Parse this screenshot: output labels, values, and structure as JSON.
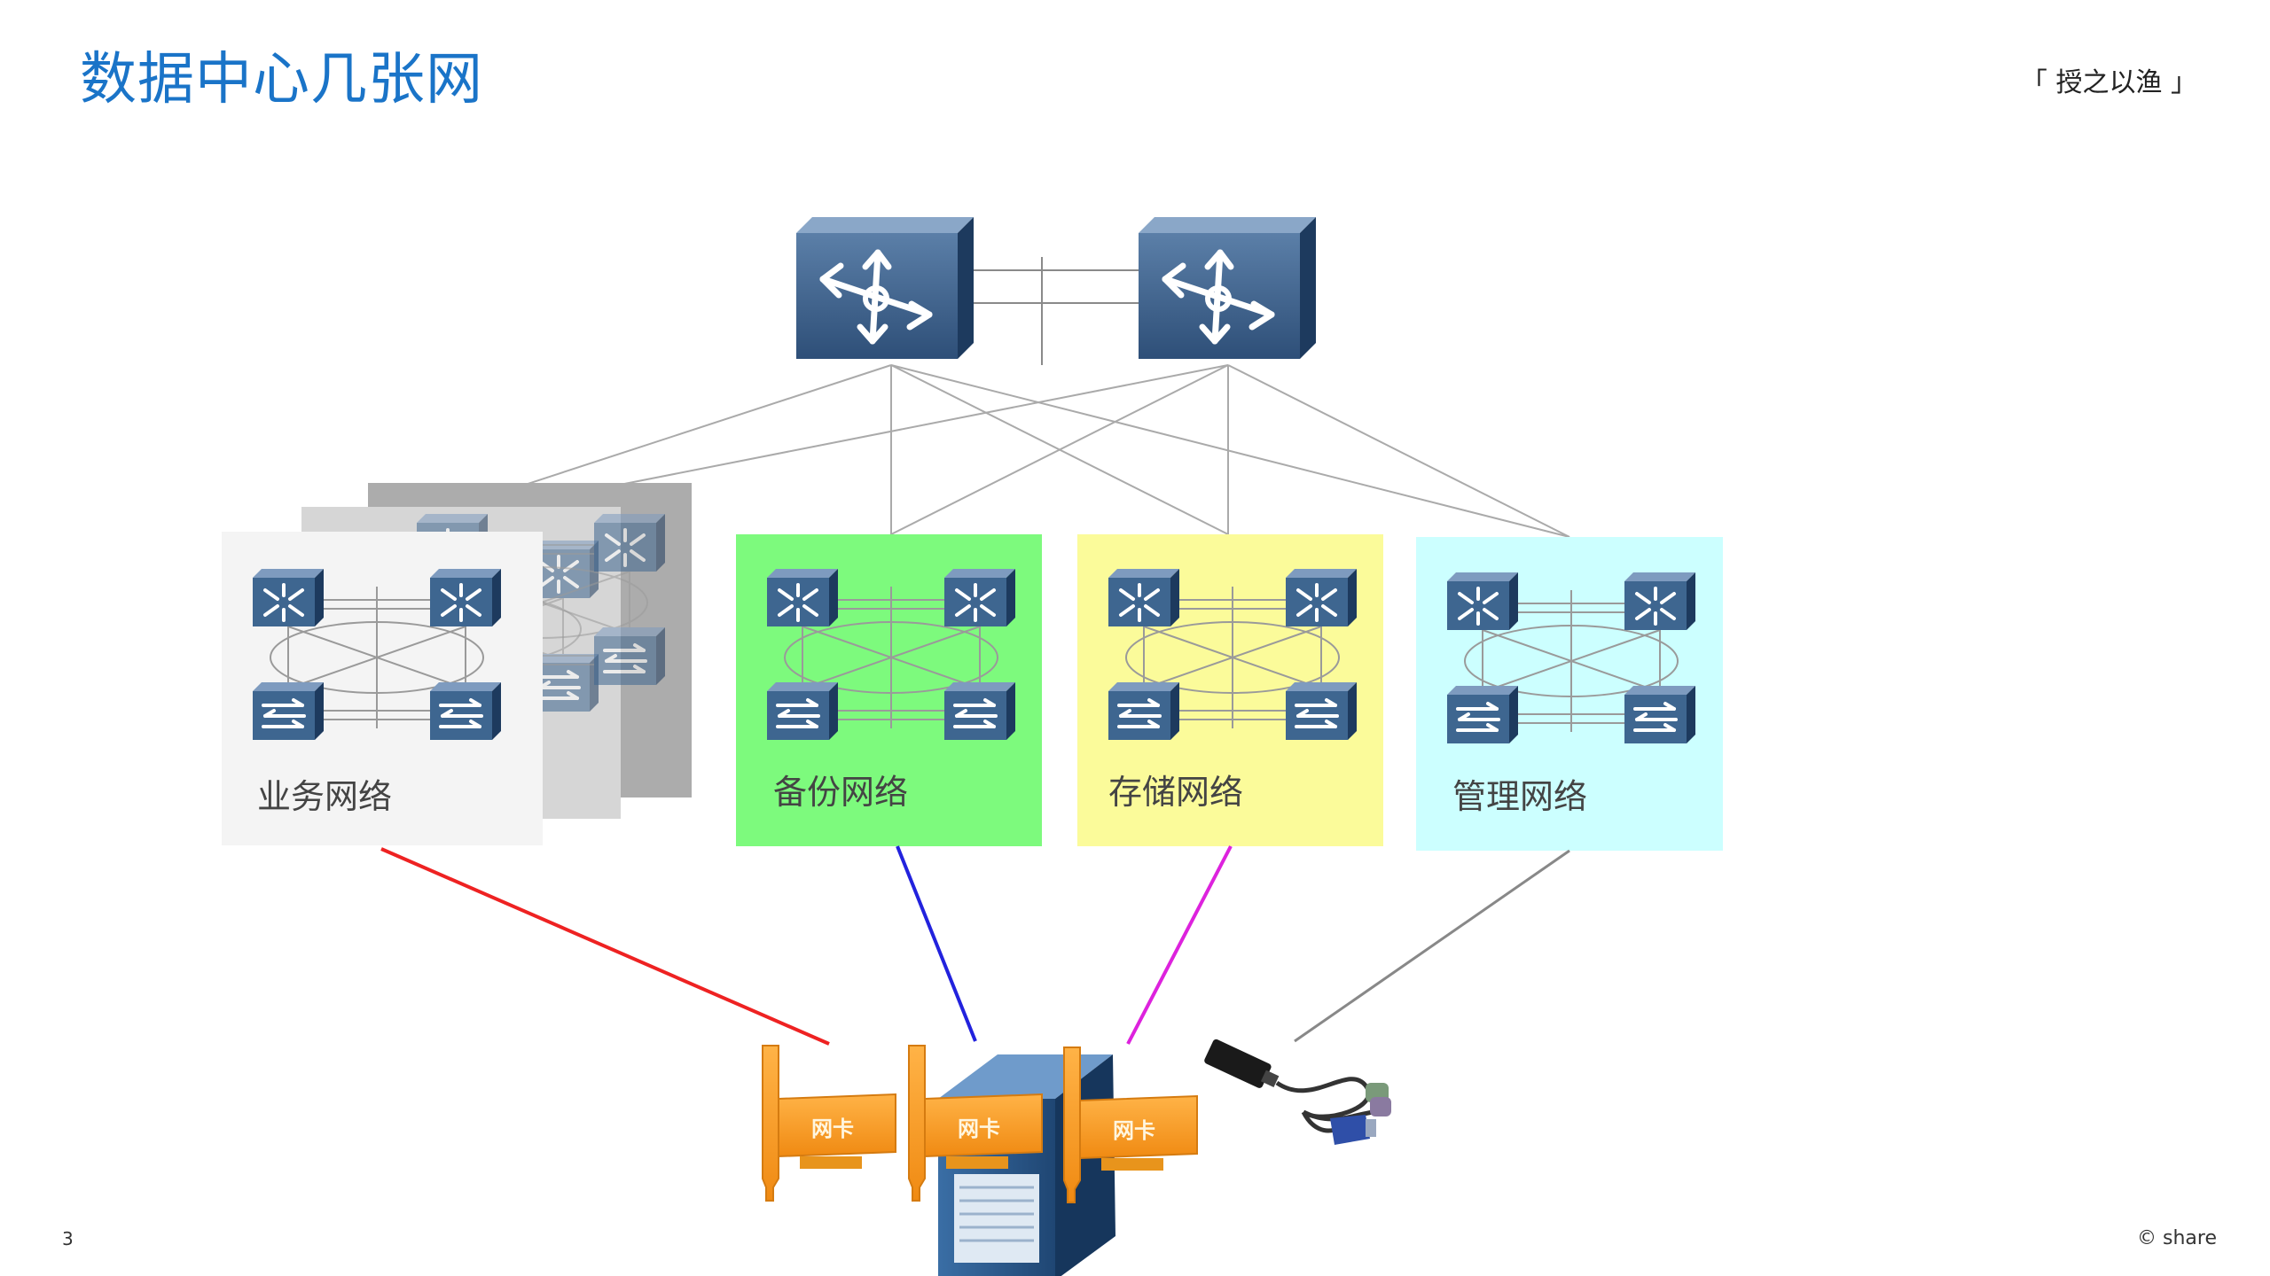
{
  "header": {
    "title": "数据中心几张网",
    "tagline": "「 授之以渔 」"
  },
  "networks": [
    {
      "label": "业务网络",
      "color": "#f4f4f4"
    },
    {
      "label": "备份网络",
      "color": "#7dfa7d"
    },
    {
      "label": "存储网络",
      "color": "#fbfb9a"
    },
    {
      "label": "管理网络",
      "color": "#ccffff"
    }
  ],
  "nic_cards": [
    "网卡",
    "网卡",
    "网卡"
  ],
  "link_colors": {
    "business": "#ee2222",
    "backup": "#2222dd",
    "storage": "#dd22dd",
    "management": "#888888"
  },
  "footer": {
    "page_number": "3",
    "copyright": "© share"
  }
}
